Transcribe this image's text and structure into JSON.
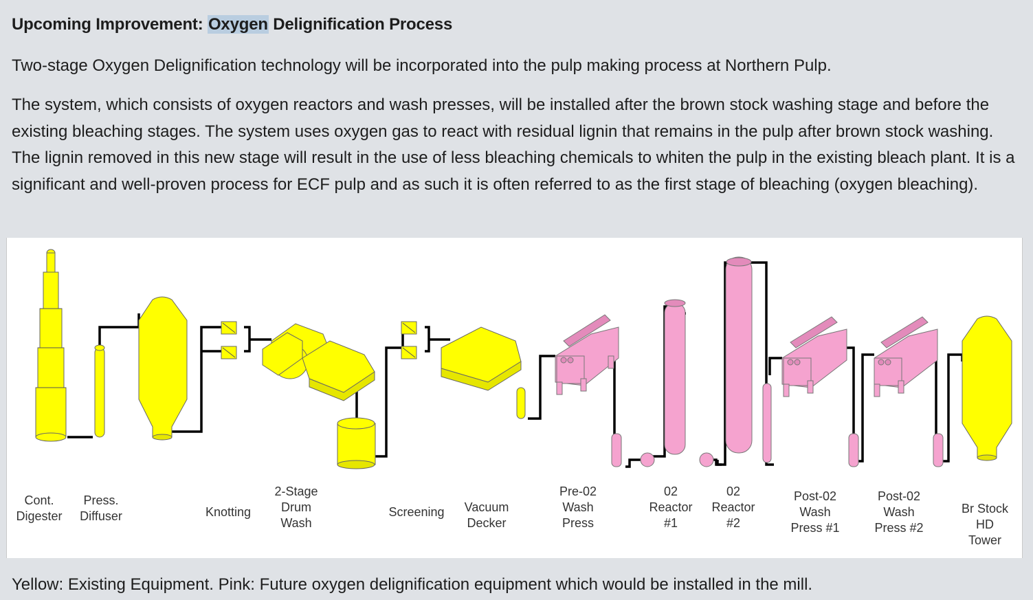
{
  "heading": {
    "prefix": "Upcoming Improvement: ",
    "highlight": "Oxygen",
    "suffix": " Delignification Process"
  },
  "paragraph1": "Two-stage Oxygen Delignification technology will be incorporated into the pulp making process at Northern Pulp.",
  "paragraph2": "The system, which consists of oxygen reactors and wash presses, will be installed after the brown stock washing stage and before the existing bleaching stages.  The system uses oxygen gas to react with residual lignin that remains in the pulp after brown stock washing.  The lignin removed in this new stage will result in the use of less bleaching chemicals to whiten the pulp in the existing bleach plant.  It is a significant and well-proven process for ECF pulp and as such it is often referred to as the first stage of bleaching (oxygen bleaching).",
  "diagram": {
    "colors": {
      "existing": "#ffff00",
      "future": "#f5a3cf",
      "line": "#000000"
    },
    "labels": {
      "cont_digester": "Cont.\nDigester",
      "press_diffuser": "Press.\nDiffuser",
      "knotting": "Knotting",
      "drum_wash": "2-Stage\nDrum\nWash",
      "screening": "Screening",
      "vacuum_decker": "Vacuum\nDecker",
      "pre_o2_wash_press": "Pre-02\nWash\nPress",
      "o2_reactor_1": "02\nReactor\n#1",
      "o2_reactor_2": "02\nReactor\n#2",
      "post_o2_wash_press_1": "Post-02\nWash\nPress #1",
      "post_o2_wash_press_2": "Post-02\nWash\nPress #2",
      "br_stock_hd_tower": "Br Stock\nHD\nTower"
    }
  },
  "caption": "Yellow: Existing Equipment. Pink: Future oxygen delignification equipment which would be installed in the mill."
}
